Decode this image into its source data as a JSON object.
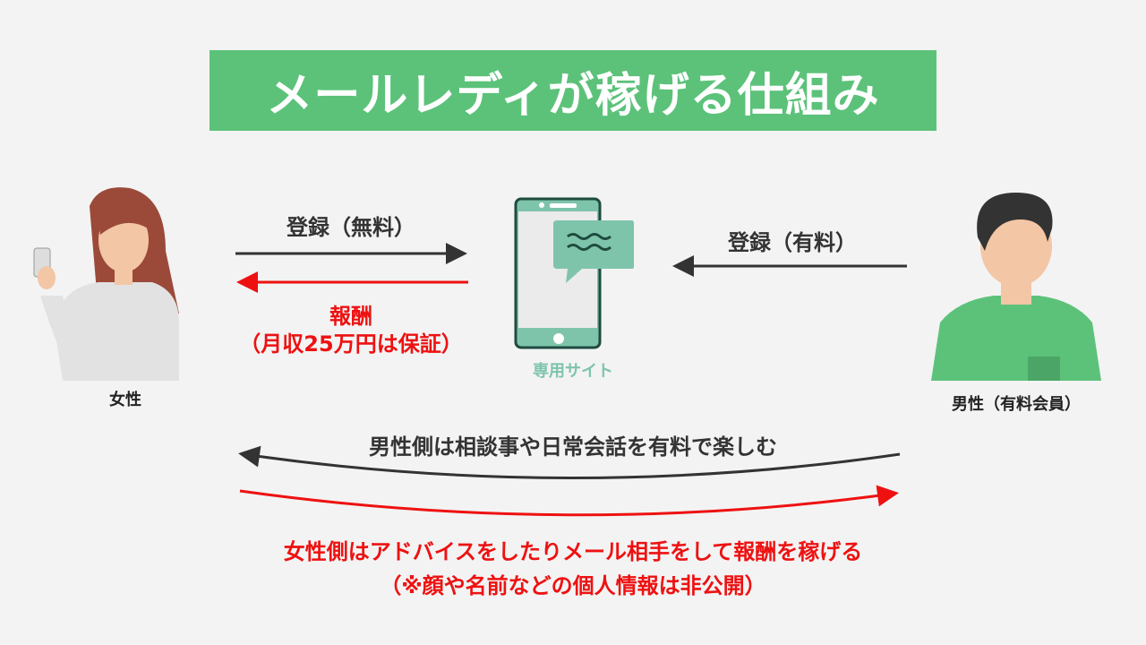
{
  "title": "メールレディが稼げる仕組み",
  "female_label": "女性",
  "male_label": "男性（有料会員）",
  "site_label": "専用サイト",
  "register_free": "登録（無料）",
  "register_paid": "登録（有料）",
  "reward_line1": "報酬",
  "reward_line2": "（月収25万円は保証）",
  "male_side_text": "男性側は相談事や日常会話を有料で楽しむ",
  "female_side_text1": "女性側はアドバイスをしたりメール相手をして報酬を稼げる",
  "female_side_text2": "（※顔や名前などの個人情報は非公開）",
  "colors": {
    "green": "#5cc27a",
    "red": "#ee1111",
    "dark": "#333333",
    "teal": "#7ec4ab"
  }
}
